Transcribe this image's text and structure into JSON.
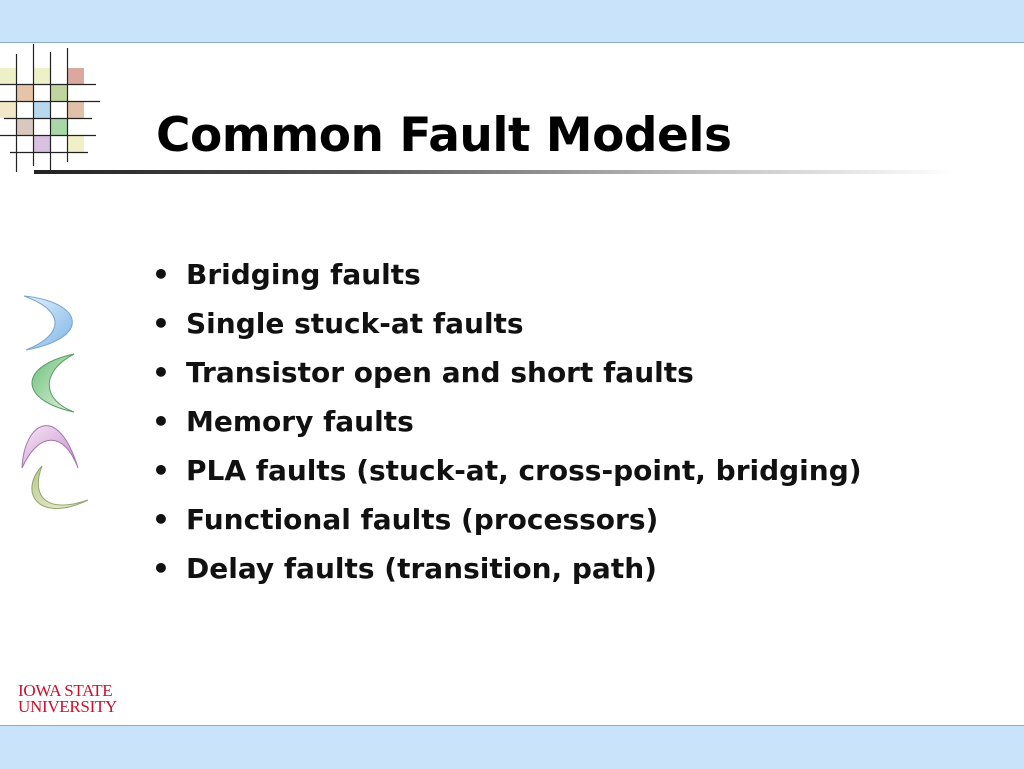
{
  "slide": {
    "title": "Common Fault Models",
    "bullet_glyph": "•",
    "bullets": [
      "Bridging faults",
      "Single stuck-at faults",
      "Transistor open and short faults",
      "Memory faults",
      "PLA faults (stuck-at, cross-point, bridging)",
      "Functional faults (processors)",
      "Delay faults (transition, path)"
    ]
  },
  "logo": {
    "line1": "IOWA STATE",
    "line2": "UNIVERSITY"
  },
  "colors": {
    "band": "#c9e3fb",
    "logo_red": "#c8102e",
    "title": "#000000"
  }
}
